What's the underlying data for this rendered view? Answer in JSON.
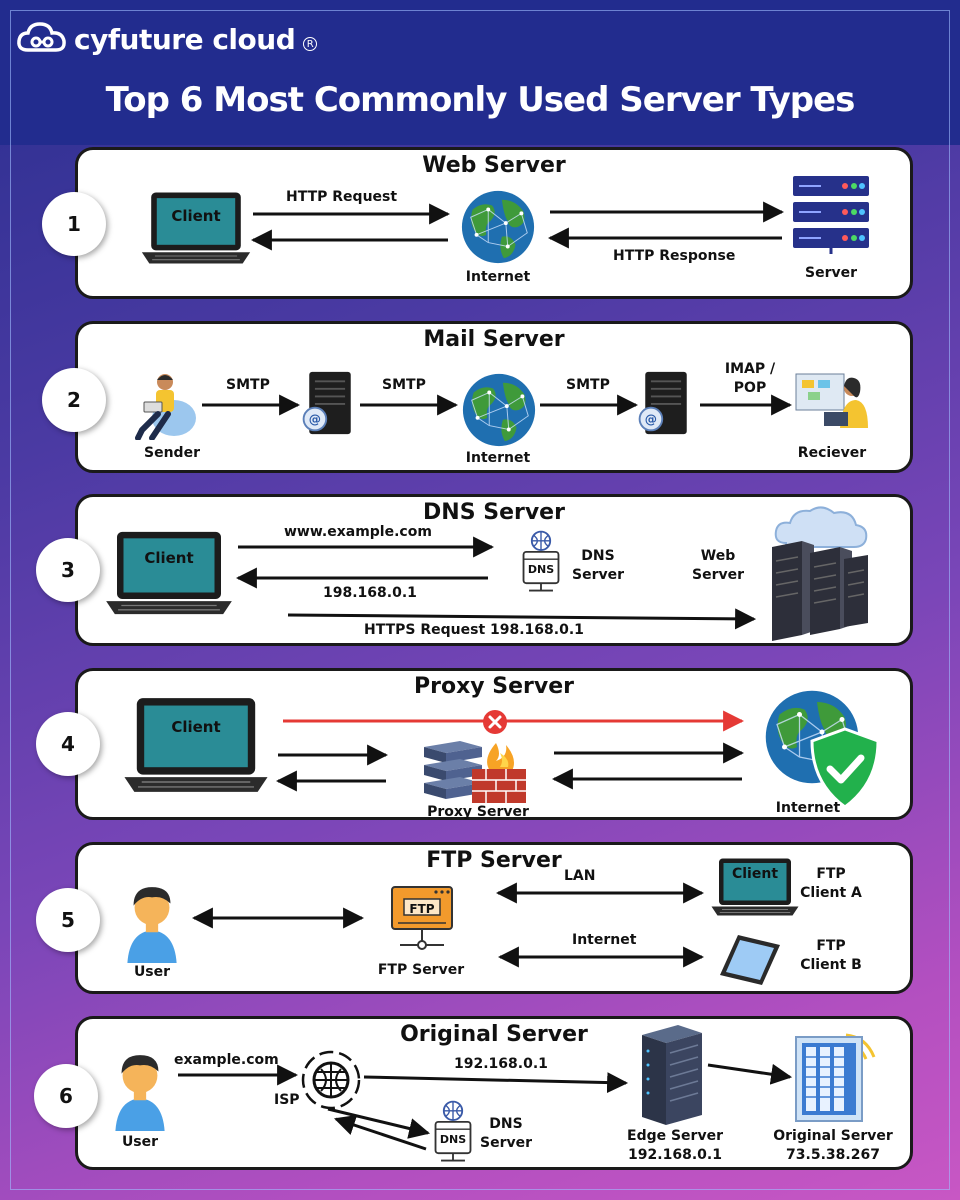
{
  "brand": {
    "name": "cyfuture cloud",
    "reg": "R"
  },
  "title": "Top 6 Most Commonly Used Server Types",
  "cards": [
    {
      "number": "1",
      "title": "Web Server",
      "labels": {
        "client": "Client",
        "request": "HTTP Request",
        "internet": "Internet",
        "response": "HTTP Response",
        "server": "Server"
      }
    },
    {
      "number": "2",
      "title": "Mail Server",
      "labels": {
        "smtp1": "SMTP",
        "smtp2": "SMTP",
        "smtp3": "SMTP",
        "imap": "IMAP /",
        "pop": "POP",
        "sender": "Sender",
        "internet": "Internet",
        "receiver": "Reciever"
      }
    },
    {
      "number": "3",
      "title": "DNS Server",
      "labels": {
        "client": "Client",
        "domain": "www.example.com",
        "ip": "198.168.0.1",
        "dns_icon": "DNS",
        "dns1": "DNS",
        "dns2": "Server",
        "web1": "Web",
        "web2": "Server",
        "https": "HTTPS Request 198.168.0.1"
      }
    },
    {
      "number": "4",
      "title": "Proxy Server",
      "labels": {
        "client": "Client",
        "proxy": "Proxy Server",
        "internet": "Internet"
      }
    },
    {
      "number": "5",
      "title": "FTP Server",
      "labels": {
        "user": "User",
        "ftp_icon": "FTP",
        "ftp_server": "FTP Server",
        "lan": "LAN",
        "internet": "Internet",
        "client": "Client",
        "client_a1": "FTP",
        "client_a2": "Client A",
        "client_b1": "FTP",
        "client_b2": "Client B"
      }
    },
    {
      "number": "6",
      "title": "Original Server",
      "labels": {
        "user": "User",
        "domain": "example.com",
        "isp": "ISP",
        "ip": "192.168.0.1",
        "dns_icon": "DNS",
        "dns1": "DNS",
        "dns2": "Server",
        "edge1": "Edge Server",
        "edge2": "192.168.0.1",
        "orig1": "Original Server",
        "orig2": "73.5.38.267"
      }
    }
  ],
  "icons": [
    "cloud-logo-icon",
    "laptop-icon",
    "globe-icon",
    "server-rack-icon",
    "person-icon",
    "mail-server-icon",
    "dns-icon",
    "firewall-icon",
    "shield-check-icon",
    "block-icon",
    "ftp-monitor-icon",
    "phone-icon",
    "www-globe-icon"
  ],
  "colors": {
    "header": "#222c8e",
    "laptop_screen": "#2a8c96",
    "globe_ocean": "#1f6fb0",
    "globe_land": "#3f9a3a",
    "shield": "#22b14c",
    "block": "#e53935",
    "ftp": "#f39a2c"
  }
}
